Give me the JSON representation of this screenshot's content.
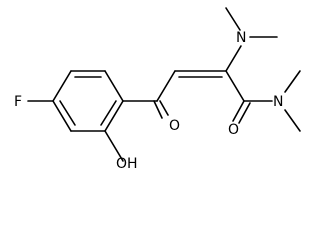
{
  "molecule": {
    "atom_labels": {
      "fluorine": "F",
      "hydroxyl": "OH",
      "ketone_oxygen": "O",
      "amine_nitrogen": "N",
      "amide_nitrogen": "N",
      "amide_oxygen": "O"
    },
    "colors": {
      "bond": "#000000",
      "text": "#000000",
      "background": "#ffffff"
    }
  }
}
